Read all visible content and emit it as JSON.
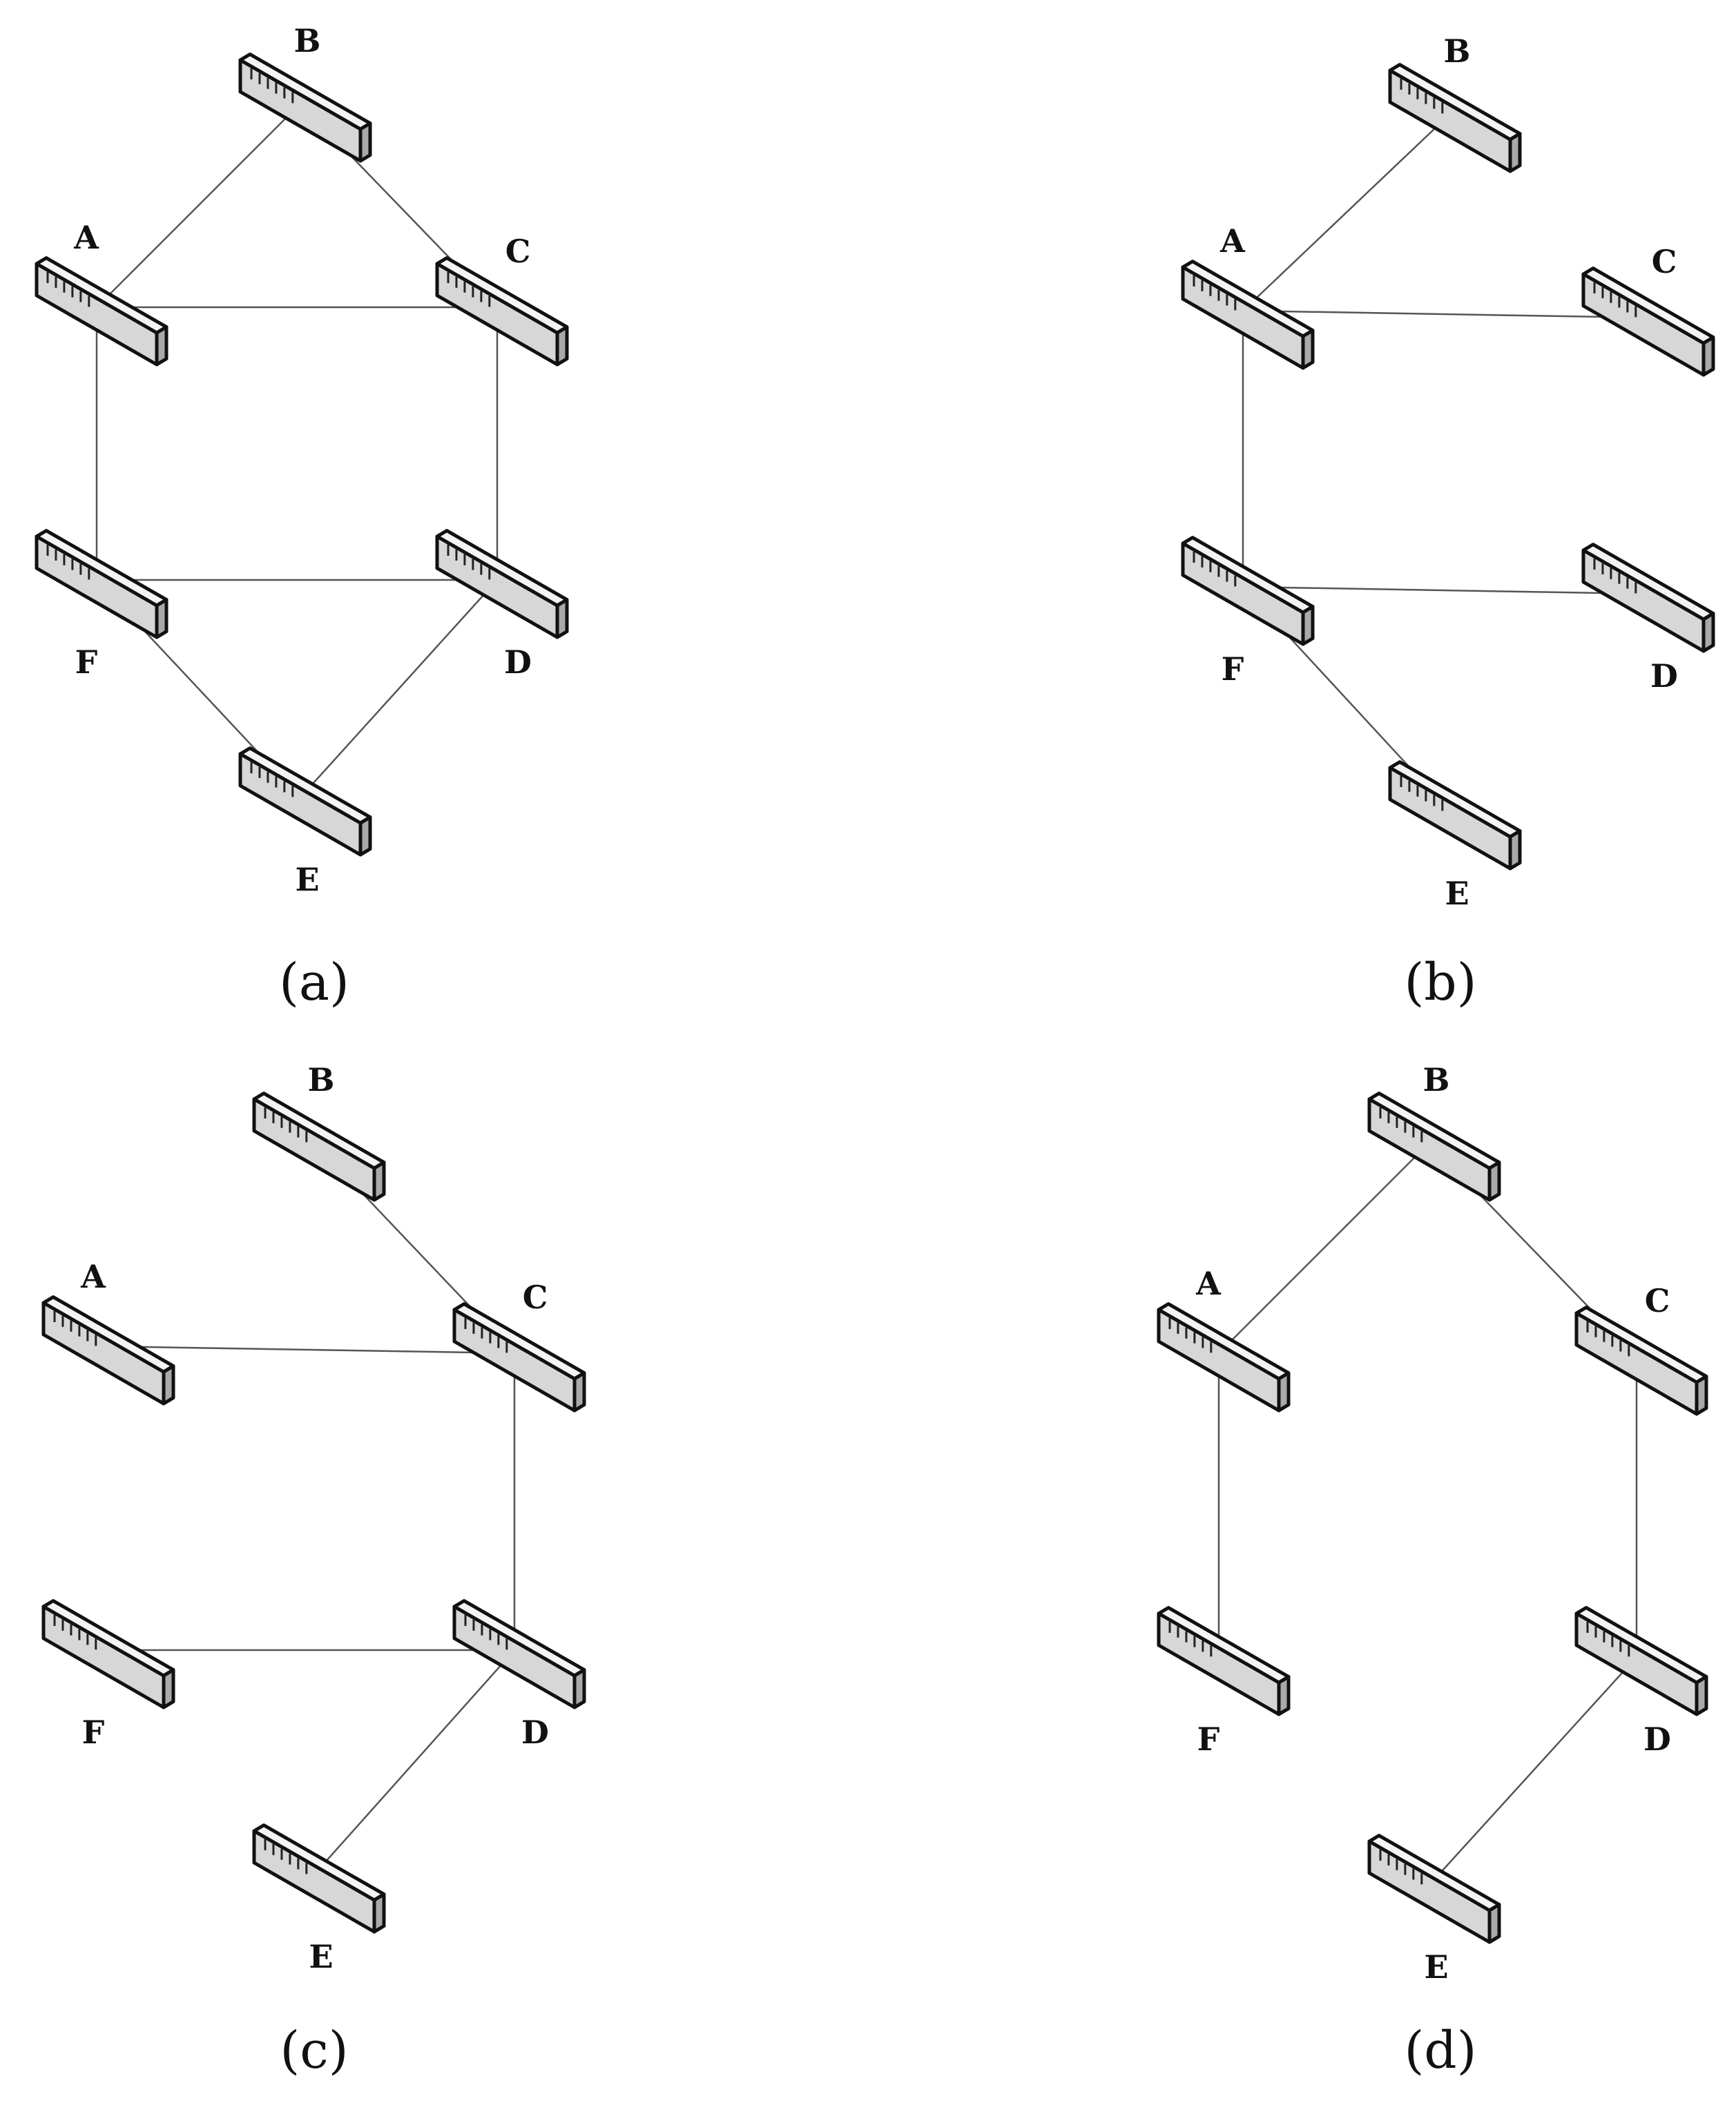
{
  "figure": {
    "panels": [
      {
        "id": "a",
        "caption": "(a)",
        "nodes": [
          "A",
          "B",
          "C",
          "D",
          "E",
          "F"
        ],
        "links": [
          [
            "B",
            "A"
          ],
          [
            "B",
            "C"
          ],
          [
            "A",
            "C"
          ],
          [
            "A",
            "F"
          ],
          [
            "C",
            "D"
          ],
          [
            "F",
            "D"
          ],
          [
            "F",
            "E"
          ],
          [
            "D",
            "E"
          ]
        ]
      },
      {
        "id": "b",
        "caption": "(b)",
        "nodes": [
          "A",
          "B",
          "C",
          "D",
          "E",
          "F"
        ],
        "links": [
          [
            "B",
            "A"
          ],
          [
            "A",
            "C"
          ],
          [
            "A",
            "F"
          ],
          [
            "F",
            "D"
          ],
          [
            "F",
            "E"
          ]
        ]
      },
      {
        "id": "c",
        "caption": "(c)",
        "nodes": [
          "A",
          "B",
          "C",
          "D",
          "E",
          "F"
        ],
        "links": [
          [
            "B",
            "C"
          ],
          [
            "A",
            "C"
          ],
          [
            "C",
            "D"
          ],
          [
            "F",
            "D"
          ],
          [
            "D",
            "E"
          ]
        ]
      },
      {
        "id": "d",
        "caption": "(d)",
        "nodes": [
          "A",
          "B",
          "C",
          "D",
          "E",
          "F"
        ],
        "links": [
          [
            "B",
            "A"
          ],
          [
            "B",
            "C"
          ],
          [
            "A",
            "F"
          ],
          [
            "C",
            "D"
          ],
          [
            "D",
            "E"
          ]
        ]
      }
    ]
  },
  "colors": {
    "background": "#ffffff",
    "line": "#555555",
    "switch_outline": "#111111",
    "switch_front": "#d7d7d7",
    "switch_top": "#f4f4f4",
    "switch_side": "#a9a9a9"
  },
  "icons": {
    "node": "network-switch-icon"
  }
}
